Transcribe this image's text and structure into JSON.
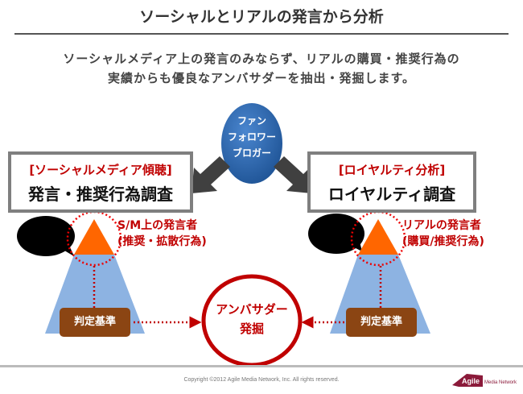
{
  "title": "ソーシャルとリアルの発言から分析",
  "subtitle": [
    "ソーシャルメディア上の発言のみならず、リアルの購買・推奨行為の",
    "実績からも優良なアンバサダーを抽出・発掘します。"
  ],
  "center_circle": [
    "ファン",
    "フォロワー",
    "ブロガー"
  ],
  "left": {
    "box_label": "[ソーシャルメディア傾聴]",
    "box_title": "発言・推奨行為調査",
    "callout": [
      "S/M上の発言者",
      "(推奨・拡散行為)"
    ],
    "criteria": "判定基準"
  },
  "right": {
    "box_label": "[ロイヤルティ分析]",
    "box_title": "ロイヤルティ調査",
    "callout": [
      "リアルの発言者",
      "(購買/推奨行為)"
    ],
    "criteria": "判定基準"
  },
  "goal": [
    "アンバサダー",
    "発掘"
  ],
  "footer": {
    "copyright": "Copyright ©2012 Agile Media Network, Inc. All rights reserved.",
    "logo": "Agile Media Network"
  },
  "colors": {
    "accent": "#c00000",
    "blue": "#2e6db4",
    "orange": "#ff6600",
    "pyramid": "#8db3e2",
    "brown": "#8b4513"
  }
}
